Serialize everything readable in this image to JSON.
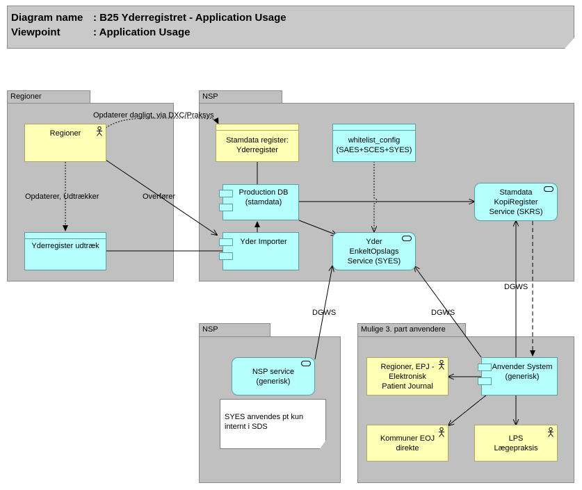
{
  "header": {
    "diagram_name_label": "Diagram name",
    "diagram_name_value": ": B25 Yderregistret - Application Usage",
    "viewpoint_label": "Viewpoint",
    "viewpoint_value": ": Application Usage"
  },
  "groups": {
    "regioner": "Regioner",
    "nsp_main": "NSP",
    "nsp_small": "NSP",
    "mulige": "Mulige 3. part anvendere"
  },
  "nodes": {
    "regioner_actor": "Regioner",
    "yderregister_udtraek": "Yderregister udtræk",
    "stamdata_register": "Stamdata register:\nYderregister",
    "whitelist_config": "whitelist_config\n(SAES+SCES+SYES)",
    "production_db": "Production DB\n(stamdata)",
    "yder_importer": "Yder Importer",
    "yder_enkelt": "Yder\nEnkeltOpslags\nService (SYES)",
    "stamdata_kopi": "Stamdata\nKopiRegister\nService (SKRS)",
    "nsp_service": "NSP service\n(generisk)",
    "note": "SYES anvendes pt kun\ninternt i SDS",
    "regioner_epj": "Regioner, EPJ -\nElektronisk\nPatient Journal",
    "anvender_system": "Anvender System\n(generisk)",
    "kommuner_eoj": "Kommuner EOJ\ndirekte",
    "lps": "LPS\nLægepraksis"
  },
  "edge_labels": {
    "opdaterer_dagligt": "Opdaterer dagligt, via DXC/Praksys",
    "opdaterer_udtraekker": "Opdaterer, Udtrækker",
    "overforer": "Overfører",
    "dgws_nsp": "DGWS",
    "dgws_anvender": "DGWS",
    "dgws_skrs": "DGWS"
  }
}
